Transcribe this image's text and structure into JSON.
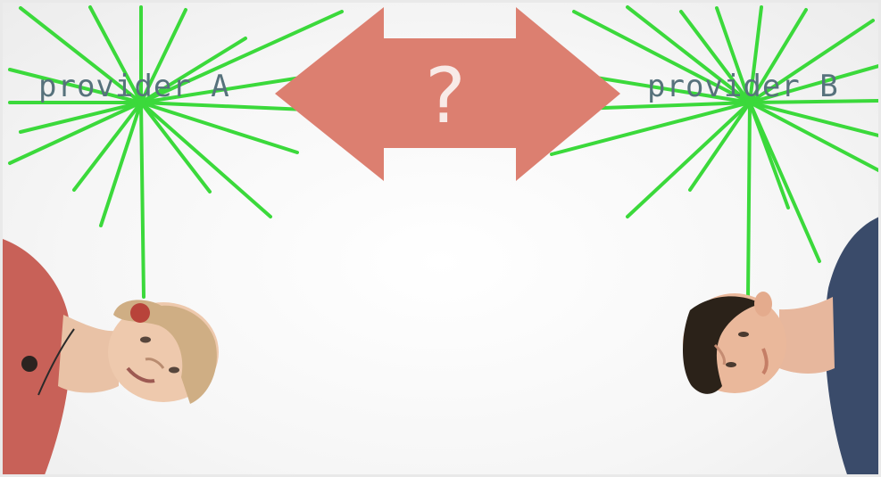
{
  "labels": {
    "provider_a": "provider A",
    "provider_b": "provider B",
    "question": "?"
  },
  "colors": {
    "burst_green": "#3bd93b",
    "arrow_fill": "#dc7f70",
    "question_mark": "#f8eae7",
    "label_text": "#57727c",
    "shirt_left": "#c86158",
    "shirt_right": "#3a4b6a"
  },
  "scene": {
    "people": [
      "person-left",
      "person-right"
    ],
    "icons": [
      "double-arrow-icon",
      "question-mark-icon",
      "burst-icon-a",
      "burst-icon-b"
    ]
  }
}
